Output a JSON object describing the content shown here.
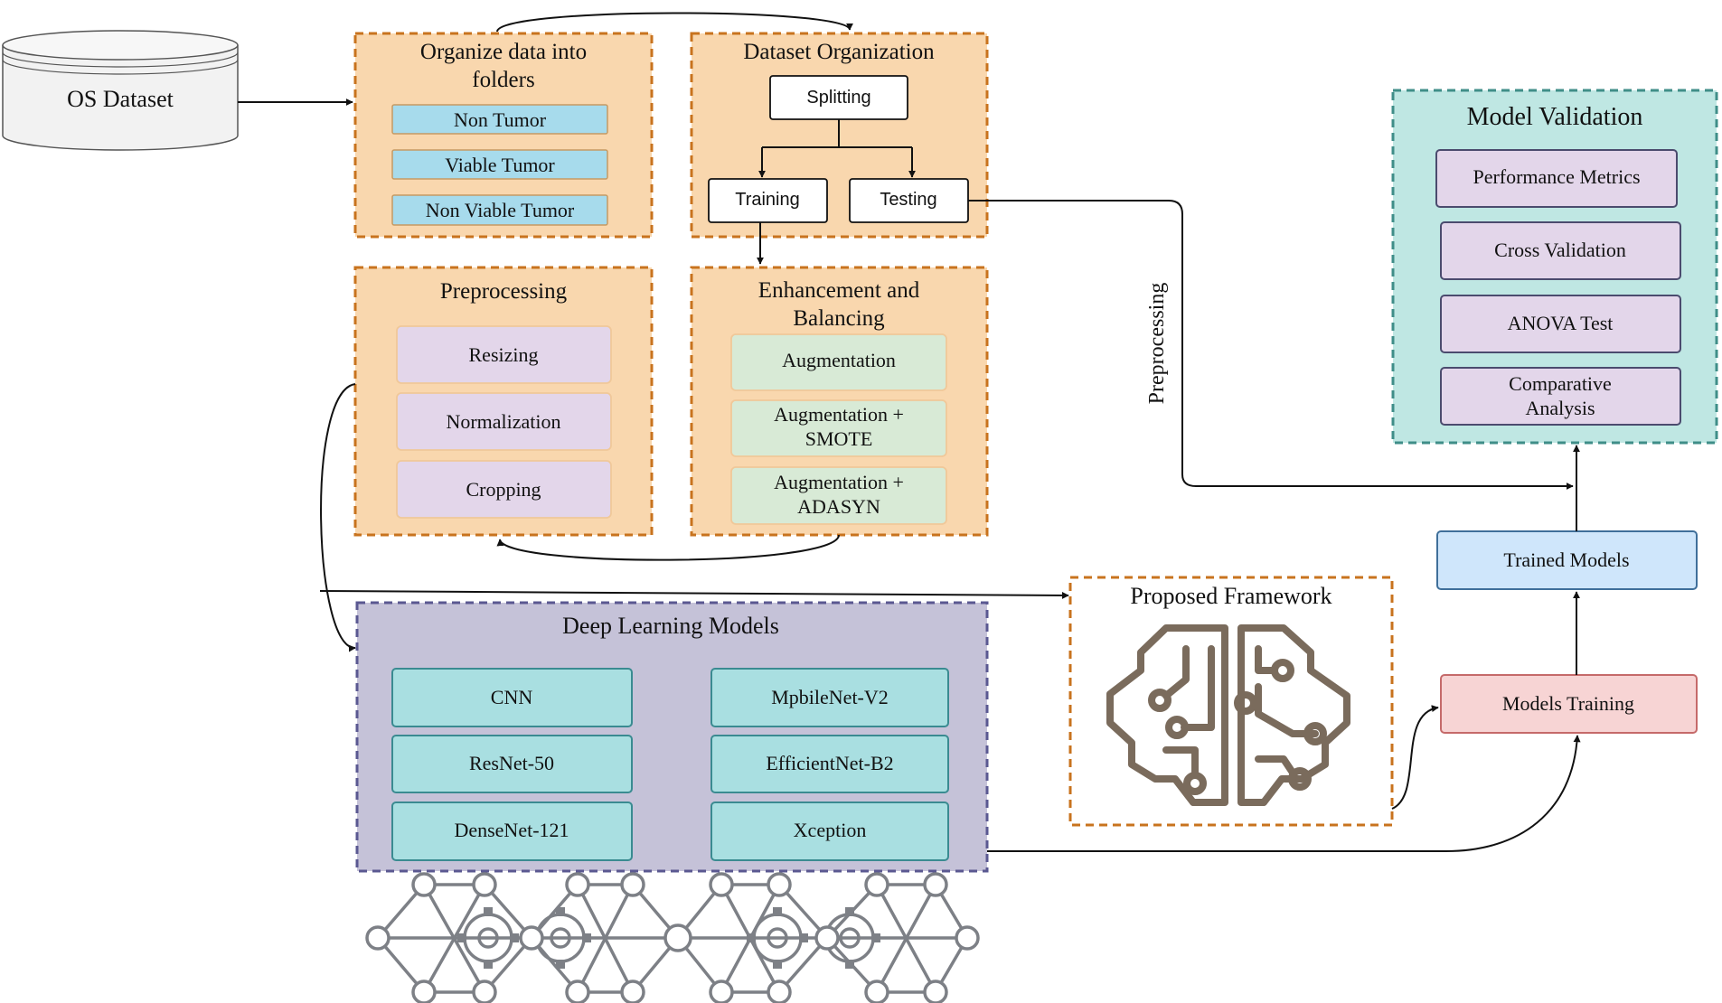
{
  "source": {
    "label": "OS Dataset"
  },
  "organize": {
    "title_line1": "Organize data into",
    "title_line2": "folders",
    "items": [
      "Non Tumor",
      "Viable Tumor",
      "Non Viable Tumor"
    ]
  },
  "dataset_org": {
    "title": "Dataset Organization",
    "splitting": "Splitting",
    "training": "Training",
    "testing": "Testing"
  },
  "preprocessing": {
    "title": "Preprocessing",
    "items": [
      "Resizing",
      "Normalization",
      "Cropping"
    ]
  },
  "enhancement": {
    "title_line1": "Enhancement and",
    "title_line2": "Balancing",
    "items": [
      {
        "line1": "Augmentation",
        "line2": ""
      },
      {
        "line1": "Augmentation +",
        "line2": "SMOTE"
      },
      {
        "line1": "Augmentation +",
        "line2": "ADASYN"
      }
    ]
  },
  "deep_learning": {
    "title": "Deep Learning Models",
    "models": [
      "CNN",
      "MpbileNet-V2",
      "ResNet-50",
      "EfficientNet-B2",
      "DenseNet-121",
      "Xception"
    ]
  },
  "framework": {
    "title": "Proposed Framework",
    "icon": "brain-circuit-icon"
  },
  "validation": {
    "title": "Model Validation",
    "items": [
      {
        "line1": "Performance Metrics",
        "line2": ""
      },
      {
        "line1": "Cross Validation",
        "line2": ""
      },
      {
        "line1": "ANOVA Test",
        "line2": ""
      },
      {
        "line1": "Comparative",
        "line2": "Analysis"
      }
    ]
  },
  "trained_models": "Trained Models",
  "models_training": "Models Training",
  "edge_labels": {
    "preprocessing": "Preprocessing"
  },
  "decoration": {
    "icon": "neural-network-gears-icon"
  },
  "colors": {
    "orange_fill": "#f9d7ae",
    "orange_border": "#c8731e",
    "teal_fill": "#bfe7e3",
    "teal_border": "#3f8e88",
    "purple_fill": "#c5c2d8",
    "purple_border": "#5a5891",
    "light_blue": "#a7dbec",
    "lavender": "#e3d6ea",
    "mint": "#d8ead6",
    "cyan": "#a9dfe1",
    "pale_blue": "#cfe6fb",
    "pink": "#f7d4d4",
    "icon_brown": "#7a6b5c",
    "icon_gray": "#7d8086"
  }
}
